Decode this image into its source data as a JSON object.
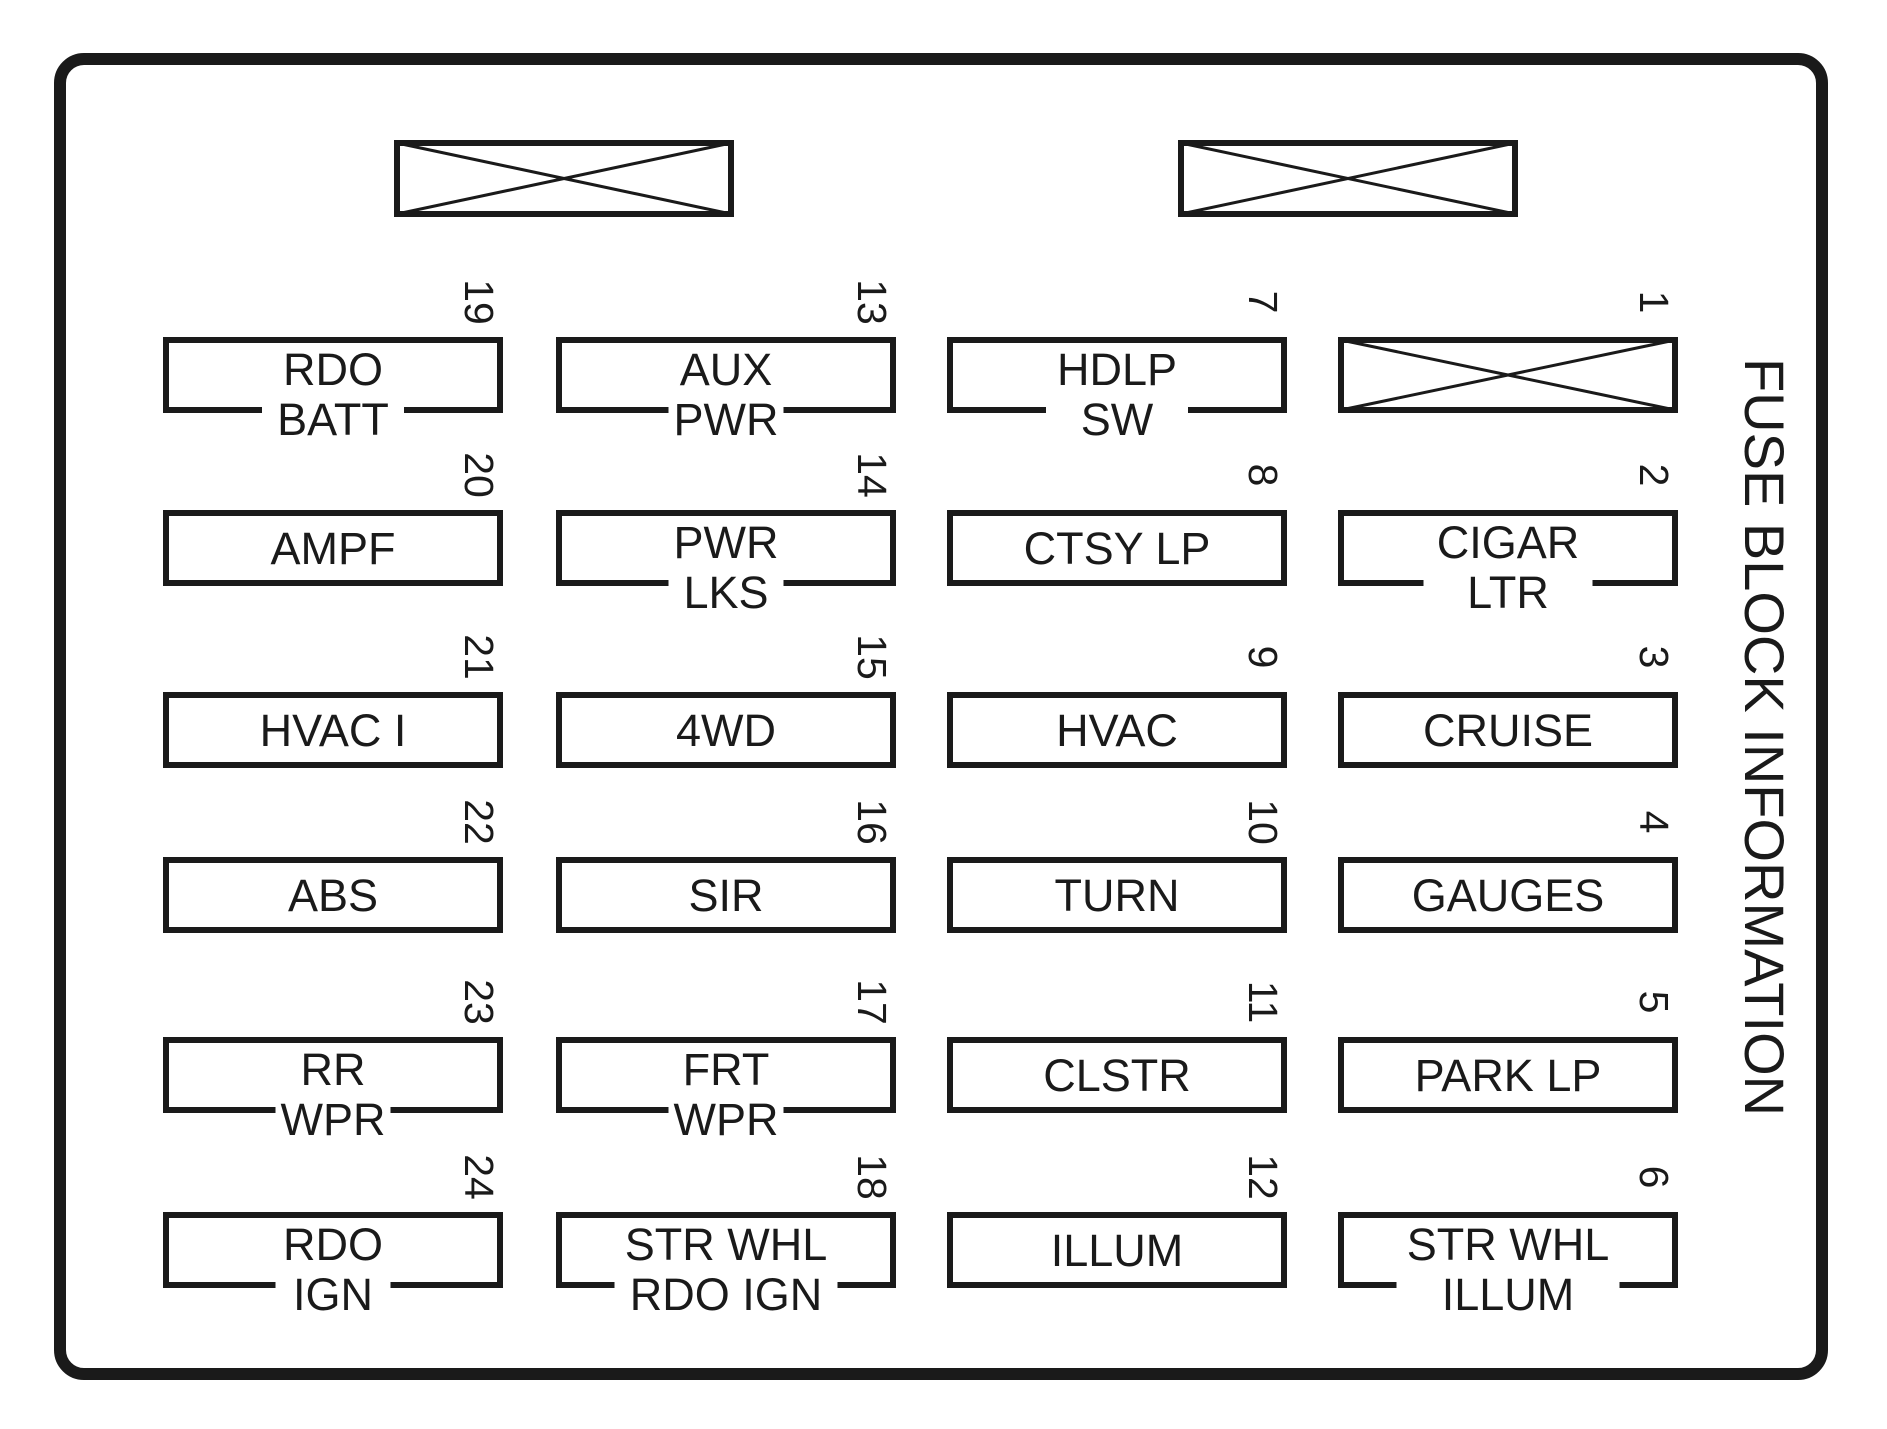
{
  "title": "FUSE BLOCK INFORMATION",
  "relays": [
    {
      "id": "relay-left"
    },
    {
      "id": "relay-right"
    }
  ],
  "fuses": [
    {
      "number": "19",
      "lines": [
        "RDO",
        "BATT"
      ],
      "col": 0,
      "row": 0
    },
    {
      "number": "13",
      "lines": [
        "AUX",
        "PWR"
      ],
      "col": 1,
      "row": 0
    },
    {
      "number": "7",
      "lines": [
        "HDLP",
        "SW"
      ],
      "col": 2,
      "row": 0
    },
    {
      "number": "1",
      "lines": [],
      "blank": true,
      "col": 3,
      "row": 0
    },
    {
      "number": "20",
      "lines": [
        "AMPF"
      ],
      "col": 0,
      "row": 1
    },
    {
      "number": "14",
      "lines": [
        "PWR",
        "LKS"
      ],
      "col": 1,
      "row": 1
    },
    {
      "number": "8",
      "lines": [
        "CTSY LP"
      ],
      "col": 2,
      "row": 1
    },
    {
      "number": "2",
      "lines": [
        "CIGAR",
        "LTR"
      ],
      "col": 3,
      "row": 1
    },
    {
      "number": "21",
      "lines": [
        "HVAC I"
      ],
      "col": 0,
      "row": 2
    },
    {
      "number": "15",
      "lines": [
        "4WD"
      ],
      "col": 1,
      "row": 2
    },
    {
      "number": "9",
      "lines": [
        "HVAC"
      ],
      "col": 2,
      "row": 2
    },
    {
      "number": "3",
      "lines": [
        "CRUISE"
      ],
      "col": 3,
      "row": 2
    },
    {
      "number": "22",
      "lines": [
        "ABS"
      ],
      "col": 0,
      "row": 3
    },
    {
      "number": "16",
      "lines": [
        "SIR"
      ],
      "col": 1,
      "row": 3
    },
    {
      "number": "10",
      "lines": [
        "TURN"
      ],
      "col": 2,
      "row": 3
    },
    {
      "number": "4",
      "lines": [
        "GAUGES"
      ],
      "col": 3,
      "row": 3
    },
    {
      "number": "23",
      "lines": [
        "RR",
        "WPR"
      ],
      "col": 0,
      "row": 4
    },
    {
      "number": "17",
      "lines": [
        "FRT",
        "WPR"
      ],
      "col": 1,
      "row": 4
    },
    {
      "number": "11",
      "lines": [
        "CLSTR"
      ],
      "col": 2,
      "row": 4
    },
    {
      "number": "5",
      "lines": [
        "PARK LP"
      ],
      "col": 3,
      "row": 4
    },
    {
      "number": "24",
      "lines": [
        "RDO",
        "IGN"
      ],
      "col": 0,
      "row": 5
    },
    {
      "number": "18",
      "lines": [
        "STR WHL",
        "RDO IGN"
      ],
      "col": 1,
      "row": 5
    },
    {
      "number": "12",
      "lines": [
        "ILLUM"
      ],
      "col": 2,
      "row": 5
    },
    {
      "number": "6",
      "lines": [
        "STR WHL",
        "ILLUM"
      ],
      "col": 3,
      "row": 5
    }
  ],
  "colors": {
    "stroke": "#1a1a1a",
    "background": "#ffffff"
  }
}
